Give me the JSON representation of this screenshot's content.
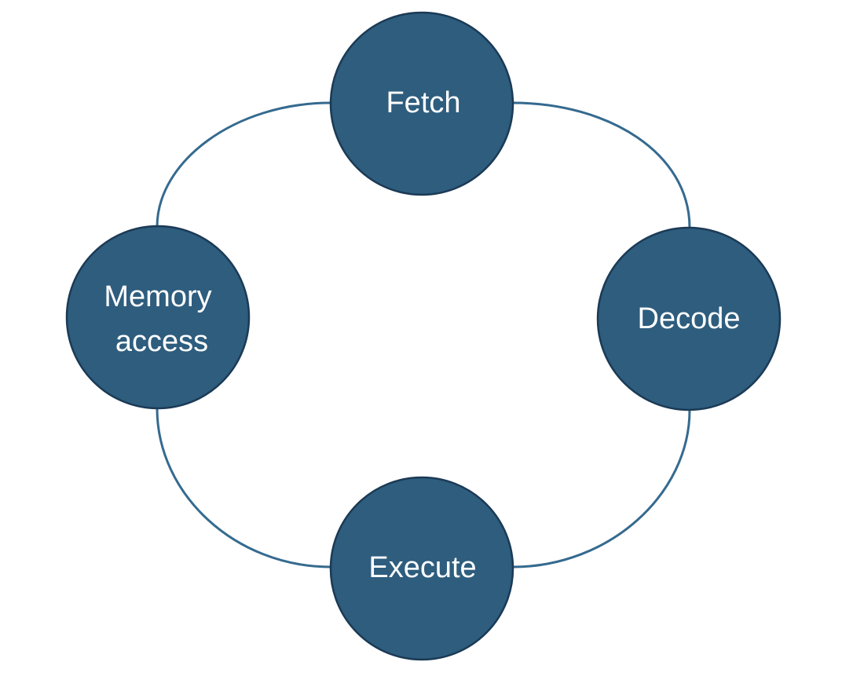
{
  "diagram": {
    "colors": {
      "node_fill": "#2e5d7e",
      "node_stroke": "#1b3a55",
      "connector": "#356a8f",
      "label": "#ffffff"
    },
    "nodes": [
      {
        "id": "fetch",
        "lines": [
          "Fetch"
        ]
      },
      {
        "id": "decode",
        "lines": [
          "Decode"
        ]
      },
      {
        "id": "execute",
        "lines": [
          "Execute"
        ]
      },
      {
        "id": "memory-access",
        "lines": [
          "Memory",
          "access"
        ]
      }
    ]
  }
}
